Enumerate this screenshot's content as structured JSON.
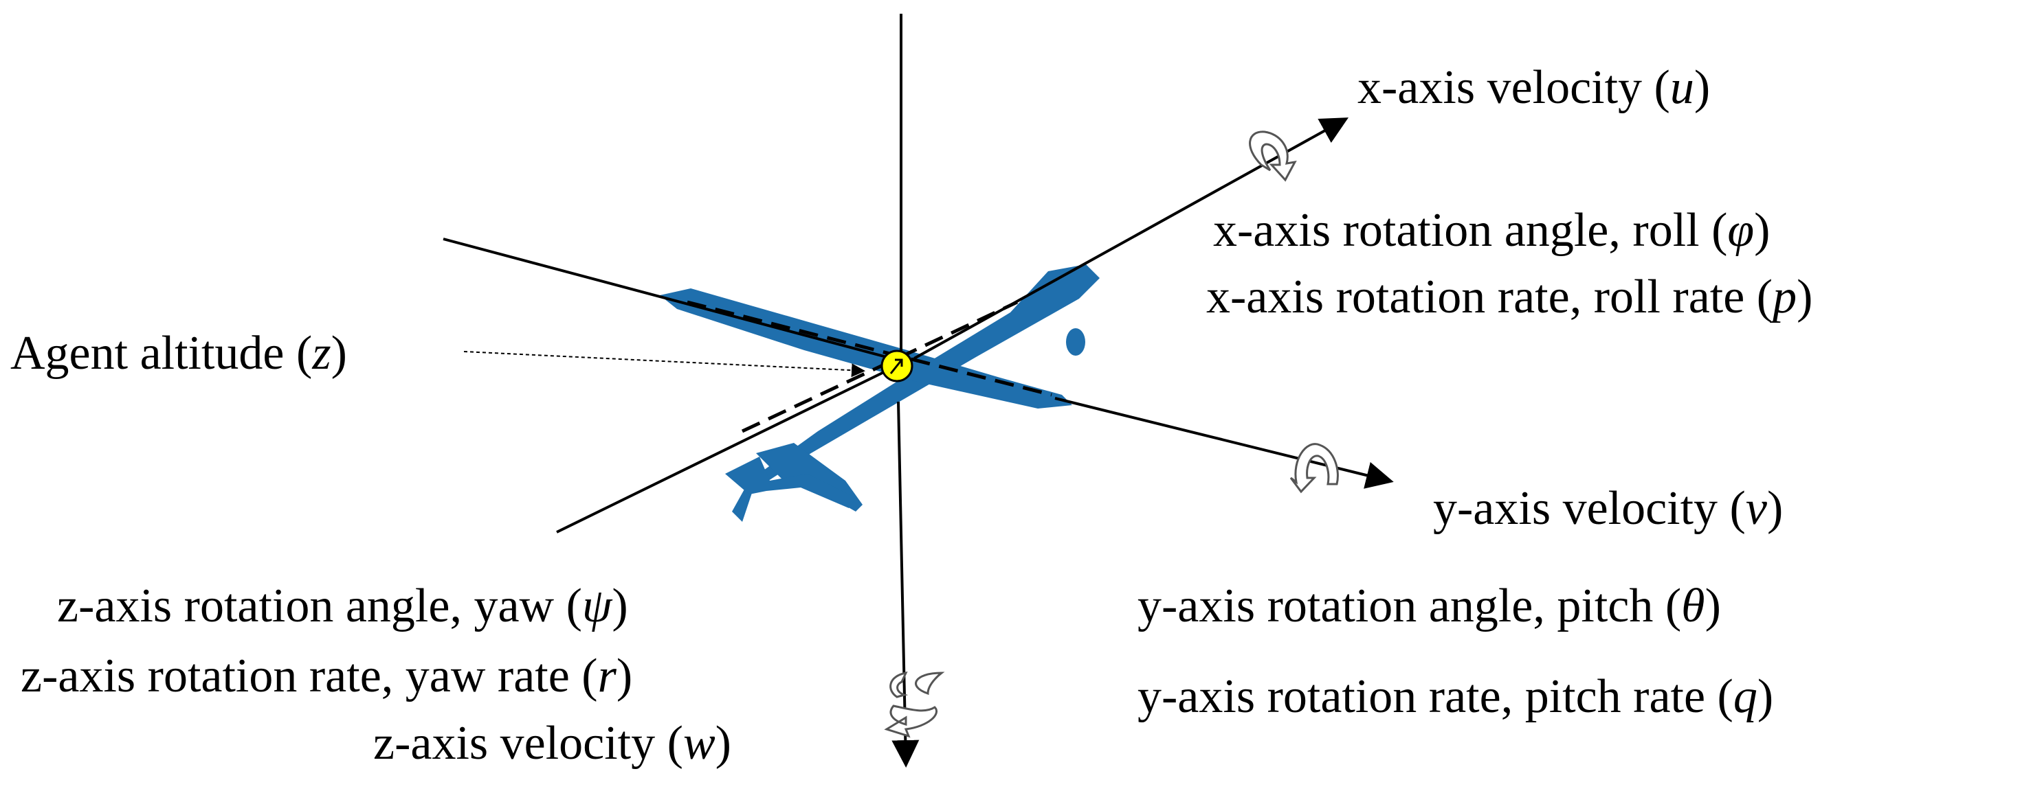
{
  "labels": {
    "x_velocity": {
      "text": "x-axis velocity (",
      "var": "u",
      "close": ")"
    },
    "x_roll_angle": {
      "text": "x-axis rotation angle, roll (",
      "var": "φ",
      "close": ")"
    },
    "x_roll_rate": {
      "text": "x-axis rotation rate, roll rate (",
      "var": "p",
      "close": ")"
    },
    "agent_altitude": {
      "text": "Agent altitude (",
      "var": "z",
      "close": ")"
    },
    "y_velocity": {
      "text": "y-axis velocity (",
      "var": "v",
      "close": ")"
    },
    "y_pitch_angle": {
      "text": "y-axis rotation angle, pitch (",
      "var": "θ",
      "close": ")"
    },
    "y_pitch_rate": {
      "text": "y-axis rotation rate, pitch rate (",
      "var": "q",
      "close": ")"
    },
    "z_yaw_angle": {
      "text": "z-axis rotation angle, yaw (",
      "var": "ψ",
      "close": ")"
    },
    "z_yaw_rate": {
      "text": "z-axis rotation rate, yaw rate (",
      "var": "r",
      "close": ")"
    },
    "z_velocity": {
      "text": "z-axis velocity (",
      "var": "w",
      "close": ")"
    }
  },
  "colors": {
    "aircraft": "#1f6fad",
    "center_marker": "#ffff00",
    "axis": "#000000",
    "rotation_arrow": "#ffffff"
  },
  "icons": [
    "aircraft-icon",
    "center-marker-icon",
    "roll-rotation-icon",
    "pitch-rotation-icon",
    "yaw-rotation-icon"
  ]
}
